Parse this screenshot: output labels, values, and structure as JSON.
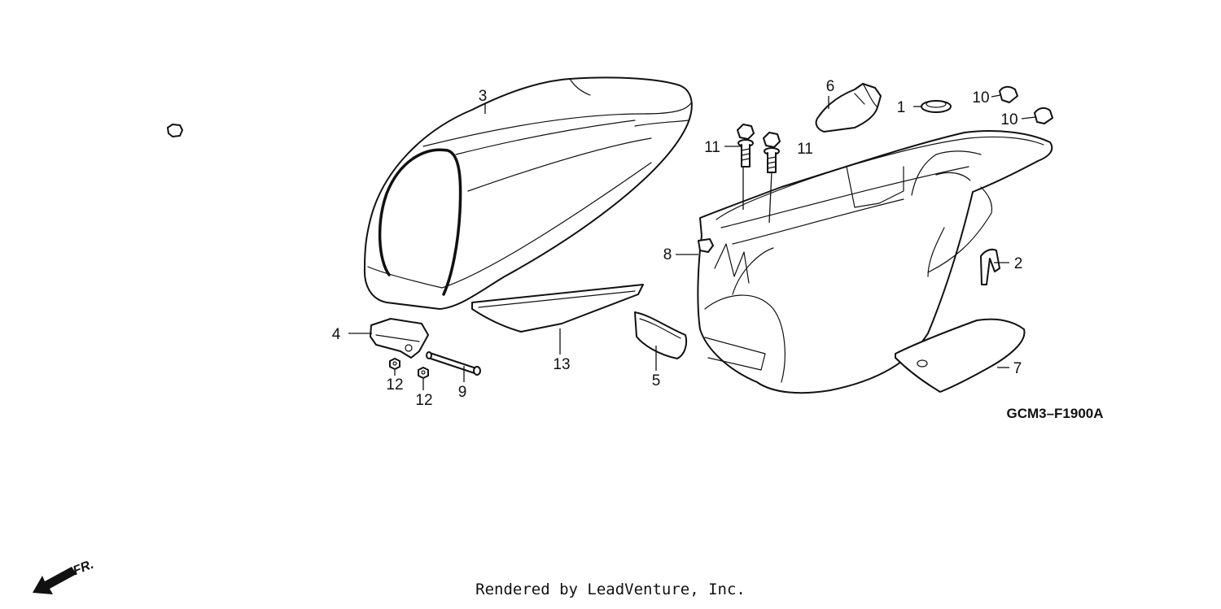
{
  "diagram": {
    "drawing_code": "GCM3–F1900A",
    "direction_label": "FR.",
    "callouts": {
      "c1": "1",
      "c2": "2",
      "c3": "3",
      "c4": "4",
      "c5": "5",
      "c6": "6",
      "c7": "7",
      "c8": "8",
      "c9": "9",
      "c10a": "10",
      "c10b": "10",
      "c11a": "11",
      "c11b": "11",
      "c12a": "12",
      "c12b": "12",
      "c13": "13"
    }
  },
  "footer": {
    "credit": "Rendered by LeadVenture, Inc."
  }
}
